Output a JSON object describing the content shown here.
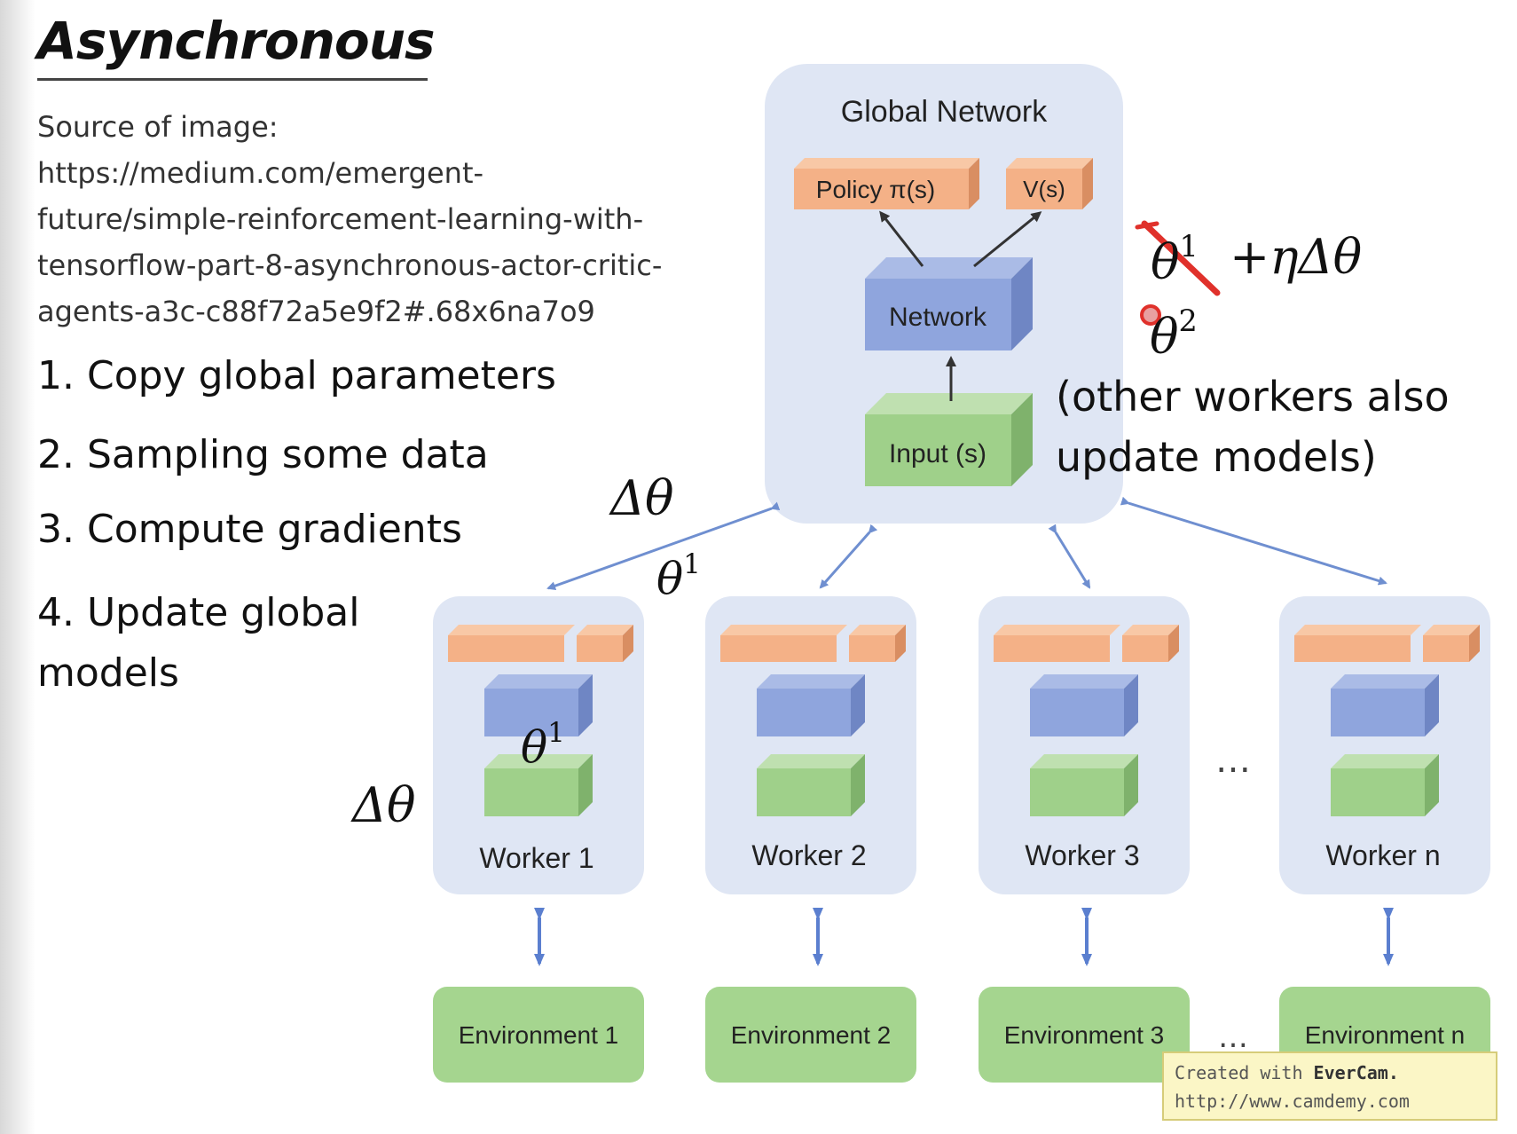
{
  "title": "Asynchronous",
  "source_lines": [
    "Source of image:",
    "https://medium.com/emergent-",
    "future/simple-reinforcement-learning-with-",
    "tensorflow-part-8-asynchronous-actor-critic-",
    "agents-a3c-c88f72a5e9f2#.68x6na7o9"
  ],
  "steps": [
    "1. Copy global parameters",
    "2. Sampling some data",
    "3. Compute gradients",
    "4. Update global",
    "models"
  ],
  "diagram": {
    "global_title": "Global Network",
    "policy_label": "Policy π(s)",
    "value_label": "V(s)",
    "network_label": "Network",
    "input_label": "Input (s)",
    "workers": [
      "Worker 1",
      "Worker 2",
      "Worker 3",
      "Worker n"
    ],
    "environments": [
      "Environment 1",
      "Environment 2",
      "Environment 3",
      "Environment n"
    ],
    "ellipsis": "…",
    "colors": {
      "panel": "#dfe6f4",
      "policy": "#f4b187",
      "network": "#8fa5dd",
      "input": "#9fd08a",
      "environment": "#a5d58f",
      "arrow": "#6f8fd0",
      "strike": "#e0312b"
    }
  },
  "annotations": {
    "delta_theta": "Δθ",
    "theta_sym": "θ",
    "sup_1": "1",
    "sup_2": "2",
    "update_rule": "+ηΔθ",
    "note_lines": [
      "(other workers also",
      "update models)"
    ]
  },
  "watermark": {
    "line1_prefix": "Created with ",
    "line1_brand": "EverCam.",
    "line2": "http://www.camdemy.com"
  }
}
